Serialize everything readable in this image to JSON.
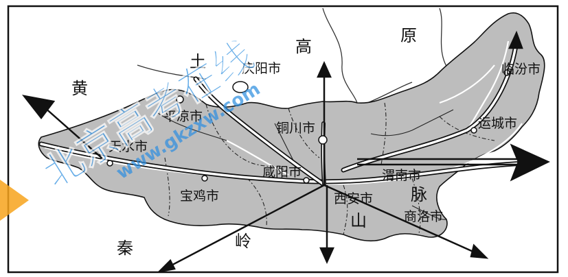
{
  "cities": {
    "pingliang": "平凉市",
    "qingyang": "庆阳市",
    "tianshui": "天水市",
    "tongchuan": "铜川市",
    "xianyang": "咸阳市",
    "baoji": "宝鸡市",
    "xian": "西安市",
    "weinan": "渭南市",
    "shangluo": "商洛市",
    "linfen": "临汾市",
    "yuncheng": "运城市"
  },
  "regions": {
    "gao": "高",
    "yuan": "原",
    "tu": "土",
    "huang": "黄",
    "qin": "秦",
    "ling": "岭",
    "mai": "脉",
    "shan": "山"
  },
  "watermark": {
    "main": "北京高考在线",
    "url": "www.gkzxw.com"
  },
  "colors": {
    "land": "#bdbdbd",
    "border": "#111111",
    "water": "#ffffff",
    "watermark_blue": "#2f8fe0",
    "watermark_orange": "#f7a31c"
  }
}
